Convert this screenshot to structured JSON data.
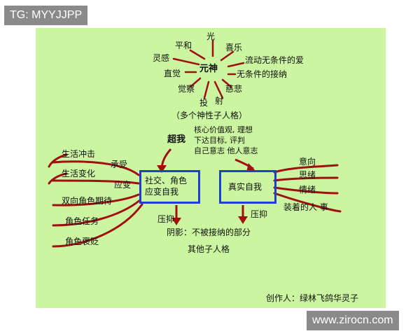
{
  "watermark_top": "TG: MYYJJPP",
  "watermark_bottom": "www.zirocn.com",
  "center": "元神",
  "rays": [
    "光",
    "喜乐",
    "流动无条件的爱",
    "无条件的接纳",
    "慈悲",
    "射",
    "投",
    "觉察",
    "直觉",
    "灵感",
    "平和"
  ],
  "subtitle": "（多个神性子人格）",
  "superego": {
    "label": "超我",
    "lines": [
      "核心价值观, 理想",
      "下达目标, 评判",
      "自己意志 他人意志"
    ]
  },
  "left_box": {
    "line1": "社交、角色",
    "line2": "应变自我"
  },
  "right_box": {
    "label": "真实自我"
  },
  "left_branches": [
    "生活冲击",
    "生活变化",
    "双向角色期待",
    "角色任务",
    "角色褒贬"
  ],
  "left_mid_labels": [
    "承受",
    "应变"
  ],
  "right_branches": [
    "意向",
    "思绪",
    "情绪",
    "装着的人 事"
  ],
  "suppress": [
    "压抑",
    "压抑"
  ],
  "shadow": "阴影：不被接纳的部分",
  "other": "其他子人格",
  "author": "创作人：绿林飞鸽华灵子",
  "colors": {
    "panel": "#cbf5a0",
    "stroke": "#a01010",
    "box": "#1e3fd0"
  }
}
